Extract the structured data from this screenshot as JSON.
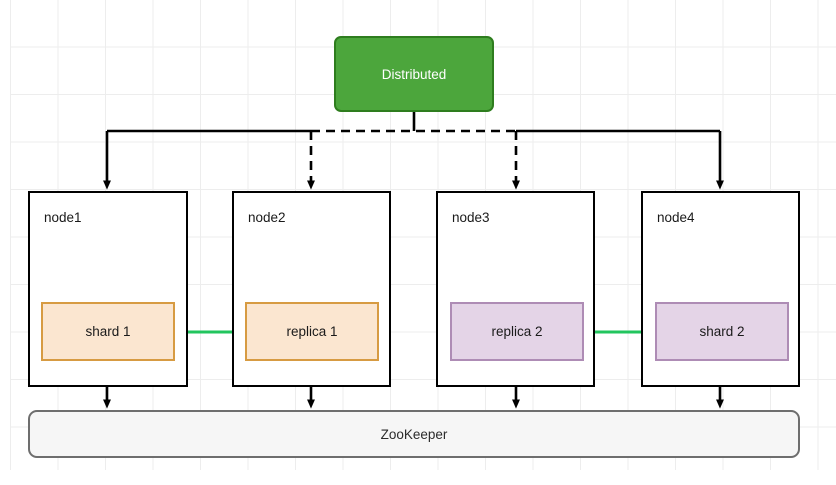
{
  "diagram": {
    "title_node": {
      "label": "Distributed",
      "fill": "#4ca63c",
      "stroke": "#2e7d1e",
      "text_color": "#ffffff"
    },
    "coordinator": {
      "label": "ZooKeeper",
      "fill": "#f6f6f6",
      "stroke": "#6e6e6e"
    },
    "nodes": [
      {
        "label": "node1",
        "inner": {
          "label": "shard 1",
          "kind": "shard",
          "fill": "#fbe6d0",
          "stroke": "#d79b42"
        }
      },
      {
        "label": "node2",
        "inner": {
          "label": "replica 1",
          "kind": "replica",
          "fill": "#fbe6d0",
          "stroke": "#d79b42"
        }
      },
      {
        "label": "node3",
        "inner": {
          "label": "replica 2",
          "kind": "replica",
          "fill": "#e4d4e7",
          "stroke": "#ae8cb5"
        }
      },
      {
        "label": "node4",
        "inner": {
          "label": "shard 2",
          "kind": "shard",
          "fill": "#e4d4e7",
          "stroke": "#ae8cb5"
        }
      }
    ],
    "connections": {
      "replication_color": "#22c55e",
      "bus_color": "#000000",
      "solid_targets": [
        "node1",
        "node4"
      ],
      "dashed_targets": [
        "node2",
        "node3"
      ]
    }
  }
}
